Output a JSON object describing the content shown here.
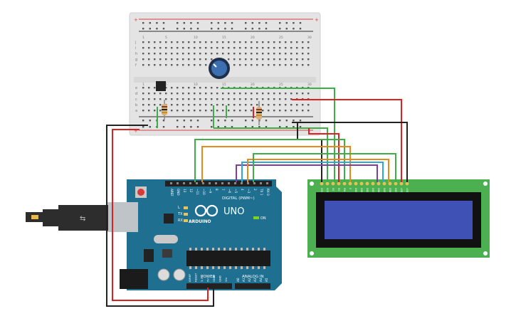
{
  "breadboard": {
    "column_numbers_top": [
      "1",
      "5",
      "10",
      "15",
      "20",
      "25",
      "30"
    ],
    "row_letters_upper": [
      "j",
      "i",
      "h",
      "g",
      "f"
    ],
    "row_letters_lower": [
      "e",
      "d",
      "c",
      "b",
      "a"
    ],
    "rail_plus": "+",
    "rail_minus": "-"
  },
  "arduino": {
    "model_label": "UNO",
    "brand_label": "ARDUINO",
    "digital_header_label": "DIGITAL (PWM~)",
    "power_label": "POWER",
    "analog_label": "ANALOG IN",
    "on_label": "ON",
    "led_labels": [
      "L",
      "TX",
      "RX"
    ],
    "digital_pins": [
      "AREF",
      "GND",
      "13",
      "12",
      "~11",
      "~10",
      "~9",
      "8",
      "7",
      "~6",
      "~5",
      "4",
      "~3",
      "2",
      "TX 1",
      "RX 0"
    ],
    "power_pins": [
      "IOREF",
      "RESET",
      "3.3V",
      "5V",
      "GND",
      "GND",
      "Vin"
    ],
    "analog_pins": [
      "A0",
      "A1",
      "A2",
      "A3",
      "A4",
      "A5"
    ]
  },
  "lcd": {
    "pin_labels": [
      "VSS",
      "VDD",
      "V0",
      "RS",
      "RW",
      "E",
      "DB0",
      "DB1",
      "DB2",
      "DB3",
      "DB4",
      "DB5",
      "DB6",
      "DB7",
      "LED+",
      "LED-"
    ]
  },
  "colors": {
    "wire_green": "#3fae49",
    "wire_orange": "#e8891a",
    "wire_cyan": "#2aa9d6",
    "wire_purple": "#7b3fa0",
    "wire_red": "#e02020",
    "wire_black": "#222222",
    "board_teal": "#1f6f91",
    "lcd_green": "#4caf50",
    "lcd_screen": "#3f51b5"
  }
}
